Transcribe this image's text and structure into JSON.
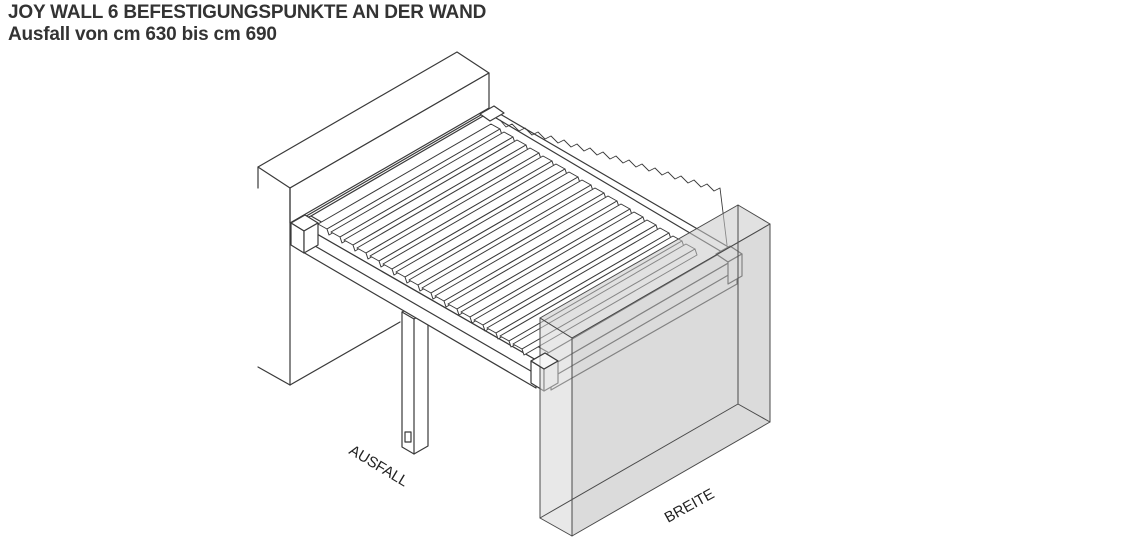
{
  "header": {
    "title": "JOY WALL 6 BEFESTIGUNGSPUNKTE AN DER WAND",
    "subtitle": "Ausfall von cm 630 bis cm 690"
  },
  "labels": {
    "projection": "AUSFALL",
    "width": "BREITE"
  },
  "colors": {
    "text": "#333333",
    "line": "#3a3a3a",
    "highlight_fill": "#cfcfcf"
  },
  "icons": {
    "diagram": "pergola-isometric-drawing"
  }
}
